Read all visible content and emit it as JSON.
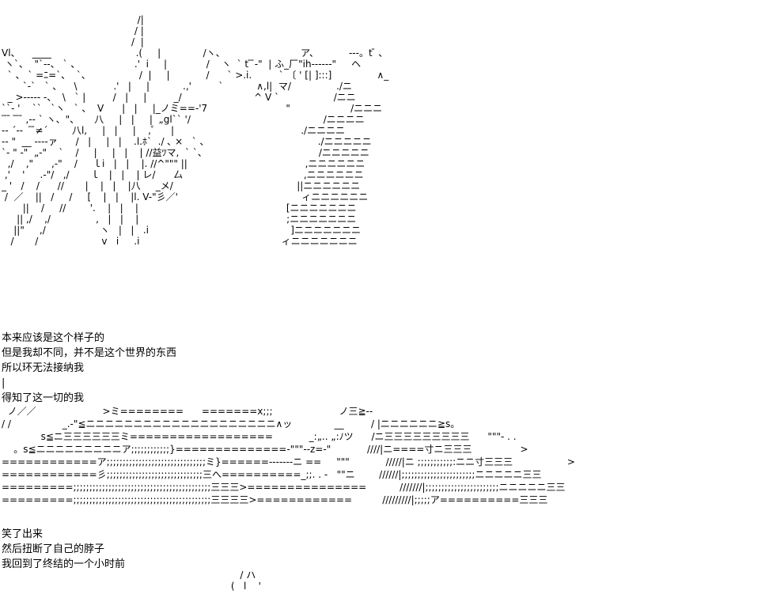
{
  "art_top": "                                             /|\n                                            / |\n                                           /  |\nVl、    ____                            .(     |              /ヽ、                         ア、          ‐‐‐。t ̄ 、\n ヽ`、  \"`‐-、 ` 、                  .'  i     |             /    ヽ  ` t ̄ ̄‐\"  | ふ_厂\"ih‐‐‐‐‐‐\"     ヘ\n  ` 、 ` =ﾆ=`、  `、                /  |     |            /      ` >.i.         ` 〔 ' [| ]:::]               ∧_\n       `-`   ` 、    \\            .'   |     |           .,'         `           ∧,l|  マ/               ./ニ\n  _ >‐‐‐‐‐ -、  \\   ` |         /   |     |         _/                        ^ V `                  /ニニ\n``‐ '    ``   `ヽ   ` 、  V      |   |     |_ノミ==‐'7                          \"                    /ニニニ\n ̄ ̄ ̄  ̄ ̄ ̄ ,‐‐ ` ヽ、\"、     八     |   |     |  „gl`` '/                                            /ニニニニ\n‐‐ ´‐-   ̄ ̄≠´        八l,     |   |     |    ,ﾟ     |                                          ./ニニニニ\n‐‐ \"  __ ‐‐‐‐ァ      /   |     |   |    .l.ﾎ`  ./ ､ ×   ` 、                                    ./ニニニニニ\n`- \" -\"  „-\"    `    /     |     |   |    | //益ﾂマ,  ` `、                                     /ニニニニニ\n  ,/    ,\"      ,-\"    /     ｌi   |   |    |. //^\"\"\" ||                                       ,ニニニニニニ\n ,'    '     .-\"/   ,/       ｌ   |   |    | レ/      厶                                        ,ニニニニニニ\n_ '   /    /      //       |    |   |    |八     _メ/                                         ||ニニニニニニ\n /  ／    ||   /     /     [    |   |    |l. V-\"彡／'                                         ィニニニニニニ\n       ||    /     //        '.    |   |    |                                                 [ニニニニニニニ\n     || ,/    ,/               ,   |   |    |                                                 ;ニニニニニニニ\n    ||\"     ,/                  ヽ   |   |   .i                                               ]ニニニニニニニ\n   /       /                     v   i     .i                                               ィニニニニニニニ",
  "caption_1": {
    "lines": [
      "本来应该是这个样子的",
      "但是我却不同，并不是这个世界的东西",
      "所以环无法接纳我",
      "|",
      "得知了这一切的我"
    ]
  },
  "art_mid": "  ノ／／                      >ミ========      =======x;;;                      ノ三≧‐‐\n/ /                 _.-\"≦ニニニニニニニニニニニニニニニニニニニニ∧ッ              __         / |ニニニニニニ≧s。\n             s≦ニ三三三三三三ミ==================            _:„.. „:ﾉツ      /ニ三三三三三三三三三      \"\"\"- . .\n    。s≦ニニニニニニニニニア;;;;;;;;;;;;}==============-\"\"\"--z=-\"            ////|ニ====寸ニ三三三                >\n============ア;;;;;;;;;;;;;;;;;;;;;;;;;;;;;;;ミ}======‐‐‐‐‐‐‐ニ ==     \"\"\"            /////|ニ ;;;;;;;;;;;:ニニ寸三三三                  >\n============彡;;;;;;;;;;;;;;;;;;;;;;;;;;;;;;三へ==========_;;. . -   \"\"ニ        //////|;;;;;;;;;;;;;;;;;;;;;;;ニニニニニ三三\n=========;;;;;;;;;;;;;;;;;;;;;;;;;;;;;;;;;;;;;;;;;;;三三三>===============           ///////|;;;;;;;;;;;;;;;;;;;;;;;ニニニニニ三三\n=========;;;;;;;;;;;;;;;;;;;;;;;;;;;;;;;;;;;;;;;;;;;三三三三>============          /////////|;;;;;ア==========三三三",
  "caption_2": {
    "lines": [
      "笑了出来",
      "然后扭断了自己的脖子",
      "我回到了终结的一个小时前"
    ]
  },
  "art_bot": "                                                                               / ハ\n                                                                            (   l    '"
}
